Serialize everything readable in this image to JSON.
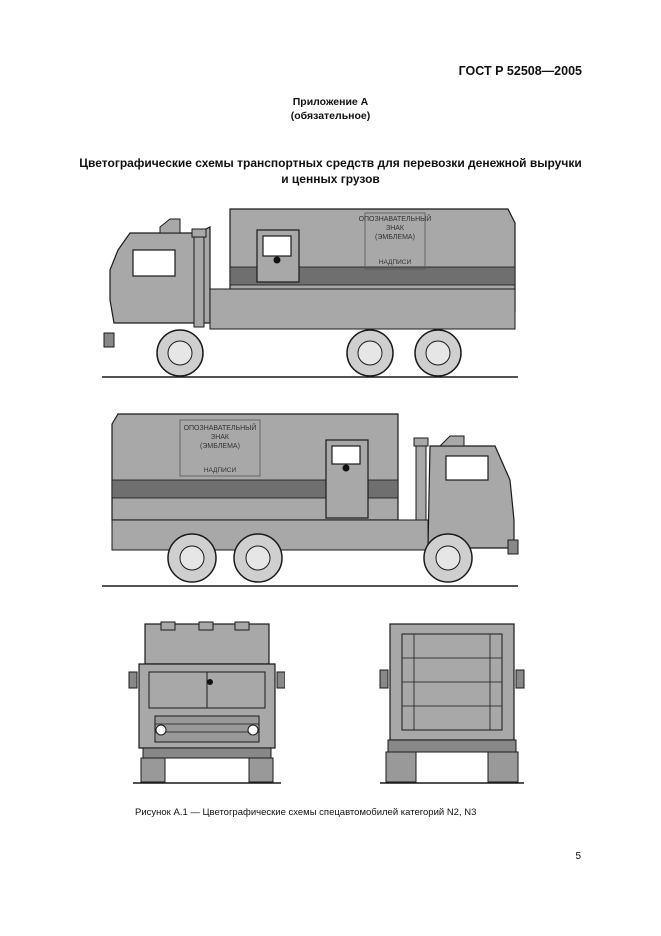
{
  "header": {
    "standard": "ГОСТ Р 52508—2005"
  },
  "annex": {
    "title": "Приложение А",
    "status": "(обязательное)"
  },
  "section": {
    "title_line1": "Цветографические схемы транспортных средств для перевозки денежной выручки",
    "title_line2": "и ценных грузов"
  },
  "truck_labels": {
    "sign_line1": "ОПОЗНАВАТЕЛЬНЫЙ",
    "sign_line2": "ЗНАК",
    "sign_line3": "(ЭМБЛЕМА)",
    "inscription": "НАДПИСИ"
  },
  "figure": {
    "caption": "Рисунок А.1 — Цветографические схемы спецавтомобилей категорий N2, N3"
  },
  "page_number": "5",
  "colors": {
    "body": "#a8a8a8",
    "stripe": "#6f6f6f",
    "outline": "#1a1a1a",
    "wheel": "#cfcfcf"
  }
}
